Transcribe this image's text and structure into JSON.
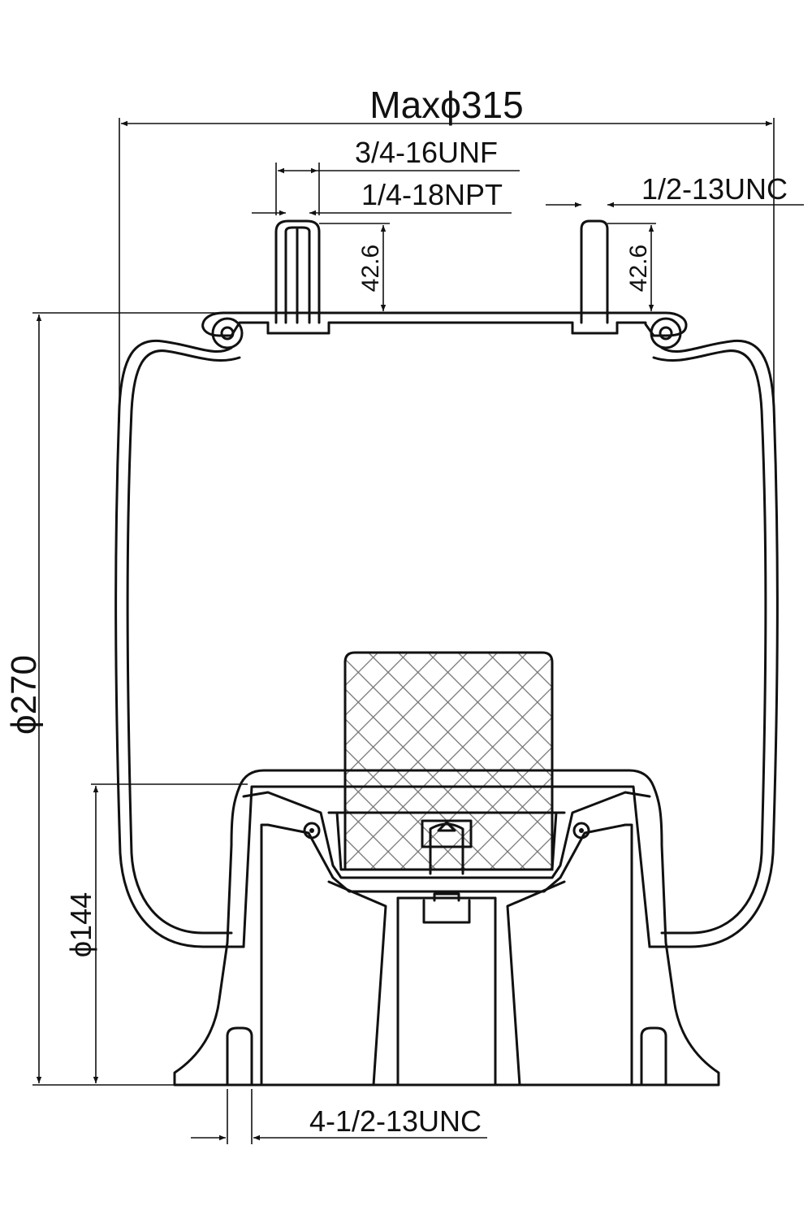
{
  "dimensions": {
    "max_diameter": "Maxϕ315",
    "top_thread_main": "3/4-16UNF",
    "top_thread_port": "1/4-18NPT",
    "top_stud_thread": "1/2-13UNC",
    "stud_height_left": "42.6",
    "stud_height_right": "42.6",
    "overall_height": "ϕ270",
    "piston_diameter": "ϕ144",
    "bottom_studs": "4-1/2-13UNC"
  },
  "colors": {
    "line": "#111111",
    "background": "#ffffff",
    "bumper_hatch": "#6f6f6f"
  }
}
